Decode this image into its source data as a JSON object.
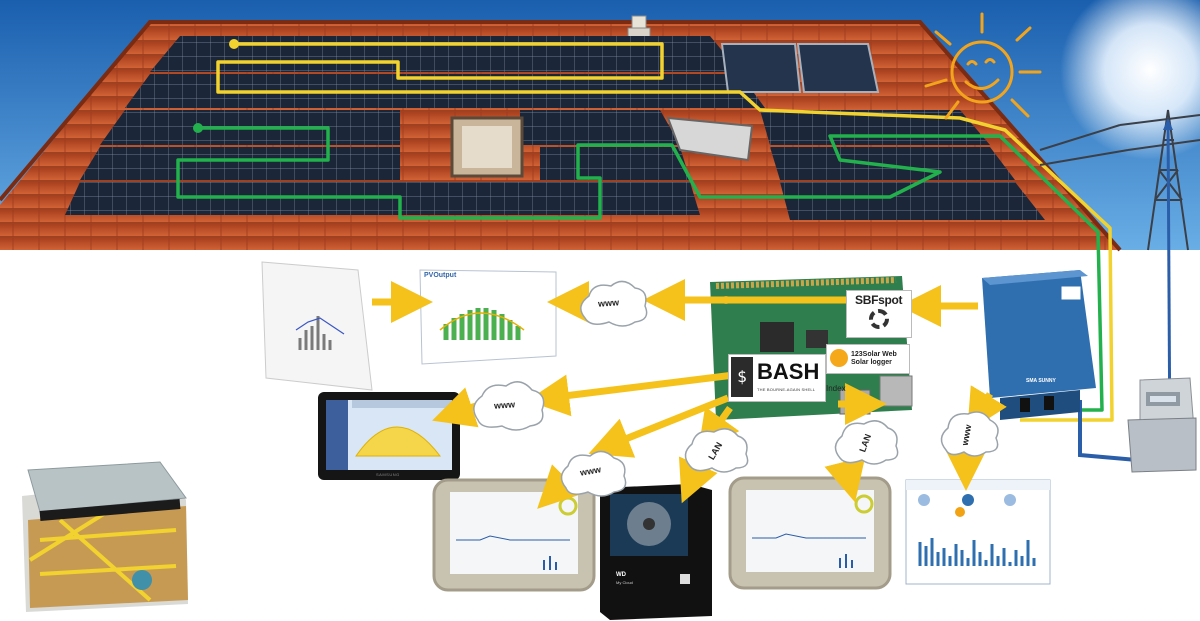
{
  "clouds": {
    "top": "www",
    "left": "www",
    "middle": "www",
    "lan_left": "LAN",
    "lan_right": "LAN",
    "right": "www"
  },
  "software": {
    "sbfspot": "SBFspot",
    "bash": "BASH",
    "bash_tagline": "THE BOURNE-AGAIN SHELL",
    "solar_logger": "123Solar Web Solar logger",
    "index": "Index"
  },
  "screens": {
    "pvoutput_logo": "PVOutput",
    "inverter_brand": "SMA SUNNY",
    "tablet_brand": "SAMSUNG",
    "nas_brand": "WD",
    "nas_model": "My Cloud"
  },
  "colors": {
    "string_yellow": "#f2d22e",
    "string_green": "#22b14c",
    "arrow": "#f5c21b",
    "inverter": "#2f6fb0",
    "cable_blue": "#2b5ea8",
    "roof": "#c4532a",
    "sky": "#2f7cc8"
  }
}
